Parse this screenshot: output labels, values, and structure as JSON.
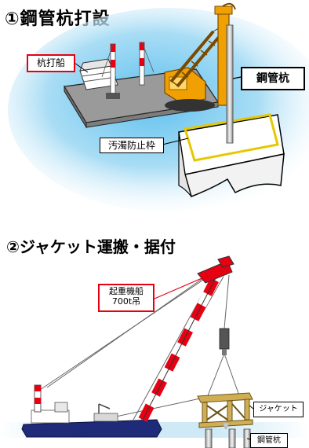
{
  "section1": {
    "title": "①鋼管杭打設",
    "label_pile_driver": "杭打船",
    "label_steel_pile": "鋼管杭",
    "label_turbidity_fence": "汚濁防止枠"
  },
  "section2": {
    "title": "②ジャケット運搬・据付",
    "label_crane_ship_line1": "起重機船",
    "label_crane_ship_line2": "700t吊",
    "label_jacket": "ジャケット",
    "label_steel_pile": "鋼管杭"
  },
  "colors": {
    "callout_red": "#e60012",
    "crane_orange": "#f0a000",
    "water_blue": "#9fd8f0",
    "fence_yellow": "#e6c800",
    "hull_navy": "#1f2a78"
  }
}
